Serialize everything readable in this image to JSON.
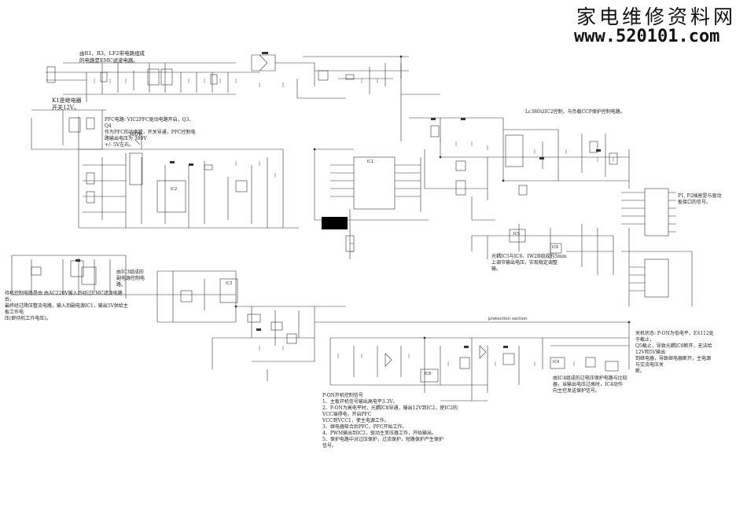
{
  "watermark": {
    "title": "家电维修资料网",
    "url": "www.520101.com"
  },
  "notes": {
    "emc": "由R1、R3、LF2带电路组成\n的电路是EMC滤波电路。",
    "relay": "K1是继电器\n开关12V。",
    "pfc": "PFC电路: VIC2PFC驱动电路开启，Q3、Q4\n作为PFC的功率管，开关导通，PFC控制电路输出电压为 380V\n+/- 5V左右。",
    "pfc_voltage": "380V",
    "llc": "Lc380以IC2控制，与负载CCP保护控制电路。",
    "protection_right": "P1, P2插座是与驱动\n板接口的信号。",
    "standby_ic": "由IC3组成的\n副电源控制电\n路。",
    "standby": "待机控制电路是由 由AC220V输入后经过EMC滤波电路后，\n最终经过降压整流电路，输入到副电源IC1，输出5V供给主板工作电\n压(即待机工作电压)。",
    "ic1": "光耦IC5与IC6、IW2B组成的5mm\n上调节输出电压，实现稳定调整\n输。",
    "protection_section": "protection section",
    "power_on": "关机状态: P-ON为低电平，ES112处于截止，\nQ5截止，导致光耦IC8断开，无法给12V和5V输出\n到继电器，导致继电器断开，主电源与交流电压关\n断。",
    "protection_ic": "由IC4组成的过电压保护电路与比较\n器，当输出电压过高时，IC4动作\n向主控发送保护信号。",
    "pon": "P-ON开机控制信号\n1、主板开机信号输出高电平3.3V。\n2、P-ON为高电平时，光耦IC8导通，输出12V到IC2，使IC2的VCC端得电，开启PFC\nVCC到VCC1，使主电源工作。\n3、继电器吸合后PFC，PFC开始工作。\n4、PWM输出到IC2，驱动主变压器工作，开始输出。\n5、保护电路中对过压保护，过流保护，短路保护产生保护\n信号。"
  },
  "chip_labels": {
    "ic2": "IC2",
    "ic1": "IC1",
    "ic3": "IC3",
    "ic5": "IC5",
    "ic6": "IC6",
    "ic8": "IC8",
    "ic4": "IC4"
  }
}
